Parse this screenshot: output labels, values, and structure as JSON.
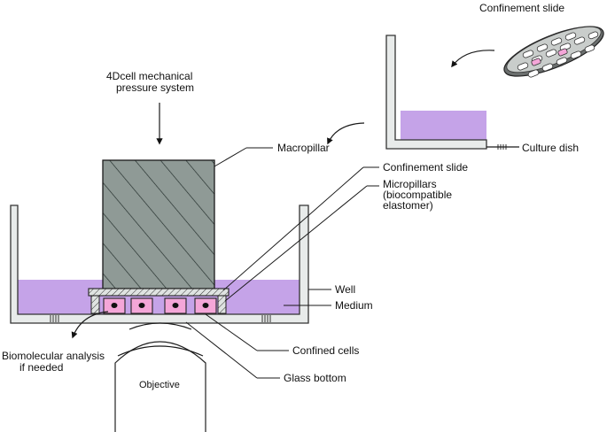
{
  "labels": {
    "confinement_slide_top": "Confinement slide",
    "system_line1": "4Dcell mechanical",
    "system_line2": "pressure system",
    "macropillar": "Macropillar",
    "culture_dish": "Culture dish",
    "confinement_slide": "Confinement slide",
    "micropillars_line1": "Micropillars",
    "micropillars_line2": "(biocompatible",
    "micropillars_line3": "elastomer)",
    "well": "Well",
    "medium": "Medium",
    "biomolecular_line1": "Biomolecular analysis",
    "biomolecular_line2": "if needed",
    "confined_cells": "Confined cells",
    "glass_bottom": "Glass bottom",
    "objective": "Objective"
  },
  "colors": {
    "medium": "#c5a3e8",
    "macropillar": "#8f9a96",
    "cell": "#f4a6d8",
    "wall": "#e8ebea",
    "slide": "#dfe3e1"
  }
}
